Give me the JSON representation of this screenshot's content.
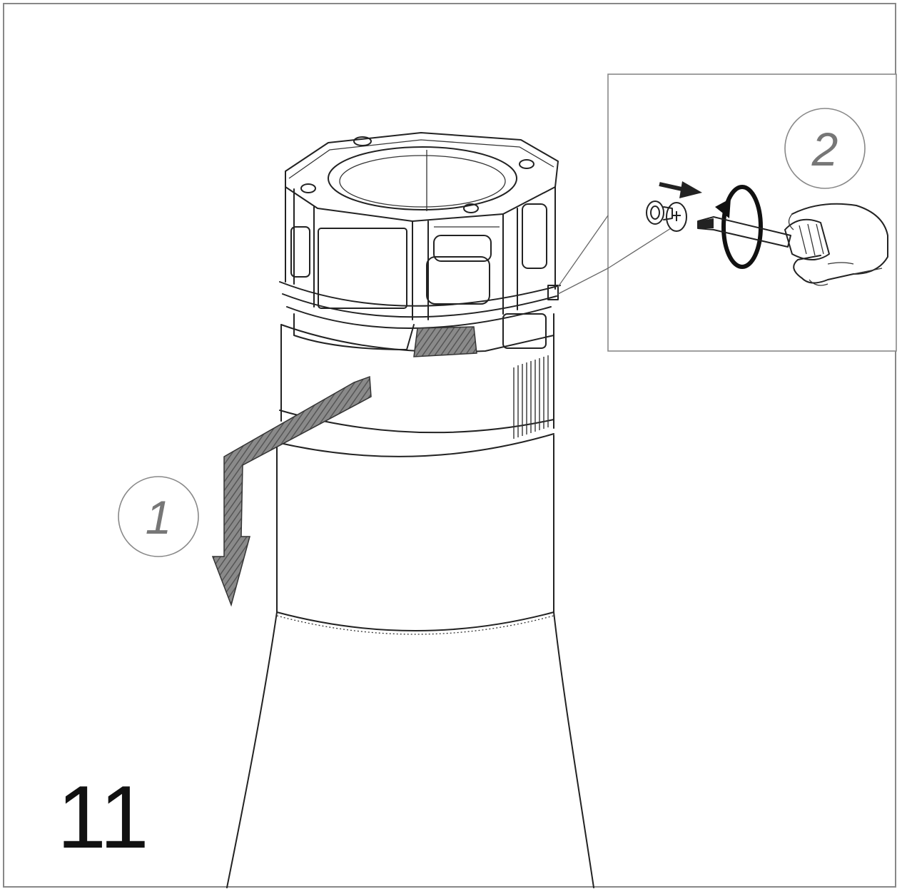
{
  "figure": {
    "step_number": "11",
    "callouts": [
      {
        "id": "step-1",
        "label": "1"
      },
      {
        "id": "step-2",
        "label": "2"
      }
    ],
    "colors": {
      "line": "#222222",
      "frame": "#888888",
      "callout": "#777777",
      "arrow_fill": "#6a6a6a"
    },
    "icons": [
      "chimney-assembly-icon",
      "pull-down-arrow-icon",
      "screw-icon",
      "screwdriver-icon",
      "hand-icon",
      "rotate-arrow-icon"
    ]
  }
}
